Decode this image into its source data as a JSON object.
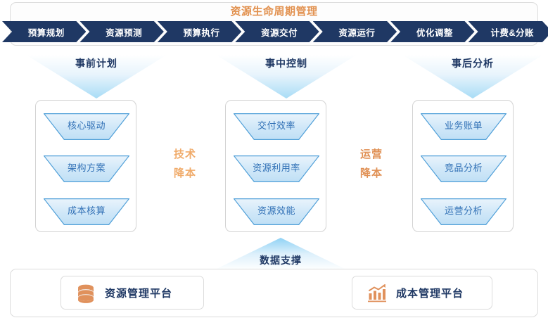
{
  "header": {
    "title": "资源生命周期管理",
    "title_color": "#e2914f",
    "chevron_color": "#1f3864",
    "stages": [
      {
        "label": "预算规划"
      },
      {
        "label": "资源预测"
      },
      {
        "label": "预算执行"
      },
      {
        "label": "资源交付"
      },
      {
        "label": "资源运行"
      },
      {
        "label": "优化调整"
      },
      {
        "label": "计费&分账"
      }
    ]
  },
  "phases": [
    {
      "heading": "事前计划",
      "items": [
        {
          "label": "核心驱动"
        },
        {
          "label": "架构方案"
        },
        {
          "label": "成本核算"
        }
      ]
    },
    {
      "heading": "事中控制",
      "items": [
        {
          "label": "交付效率"
        },
        {
          "label": "资源利用率"
        },
        {
          "label": "资源效能"
        }
      ]
    },
    {
      "heading": "事后分析",
      "items": [
        {
          "label": "业务账单"
        },
        {
          "label": "竞品分析"
        },
        {
          "label": "运营分析"
        }
      ]
    }
  ],
  "side_labels": [
    {
      "line1": "技术",
      "line2": "降本",
      "color": "#f0ab6a"
    },
    {
      "line1": "运营",
      "line2": "降本",
      "color": "#e09054"
    }
  ],
  "support": {
    "label": "数据支撑"
  },
  "platforms": [
    {
      "name": "资源管理平台",
      "icon": "database-icon",
      "icon_color": "#e0915c"
    },
    {
      "name": "成本管理平台",
      "icon": "bar-chart-trend-icon",
      "icon_color": "#e0915c"
    }
  ]
}
